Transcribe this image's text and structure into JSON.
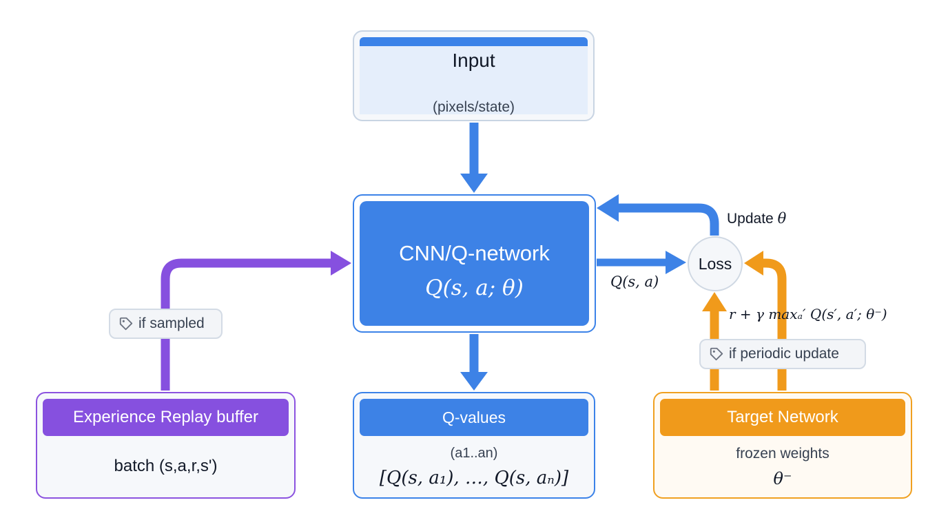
{
  "nodes": {
    "input": {
      "title": "Input",
      "subtitle": "(pixels/state)"
    },
    "cnn": {
      "title": "CNN/Q-network",
      "formula": "Q(s, a; θ)"
    },
    "q_values": {
      "title": "Q-values",
      "subtitle": "(a1..an)",
      "formula": "[Q(s, a₁), …, Q(s, aₙ)]"
    },
    "replay": {
      "title": "Experience Replay buffer",
      "subtitle": "batch (s,a,r,s')"
    },
    "target": {
      "title": "Target Network",
      "subtitle": "frozen weights",
      "formula": "θ⁻"
    },
    "loss": {
      "label": "Loss"
    }
  },
  "edges": {
    "update_label_text": "Update",
    "update_label_symbol": "θ",
    "q_label": "Q(s, a)",
    "target_label": "r + γ maxₐ′ Q(s′, a′; θ⁻)",
    "sampled_tag": "if sampled",
    "periodic_tag": "if periodic update"
  },
  "colors": {
    "blue": "#3d82e6",
    "purple": "#8650df",
    "orange": "#f09a1b",
    "tag_icon": "tag-icon"
  }
}
